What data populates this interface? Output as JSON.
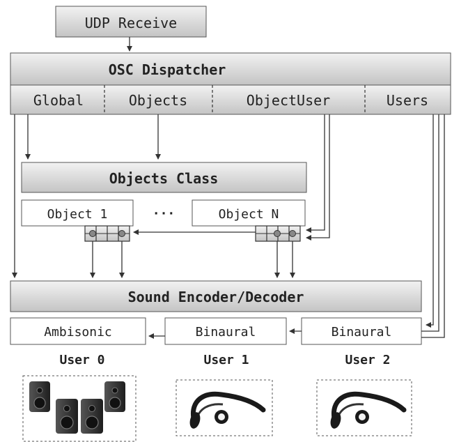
{
  "diagram": {
    "udp_receive": "UDP Receive",
    "osc_dispatcher": "OSC Dispatcher",
    "dispatcher_ports": [
      "Global",
      "Objects",
      "ObjectUser",
      "Users"
    ],
    "objects_class": "Objects Class",
    "object_first": "Object 1",
    "ellipsis": "···",
    "object_last": "Object N",
    "sound_codec": "Sound Encoder/Decoder",
    "renderers": [
      "Ambisonic",
      "Binaural",
      "Binaural"
    ],
    "users": [
      "User 0",
      "User 1",
      "User 2"
    ],
    "user_devices": [
      "speaker-array-icon",
      "headphones-icon",
      "headphones-icon"
    ]
  }
}
